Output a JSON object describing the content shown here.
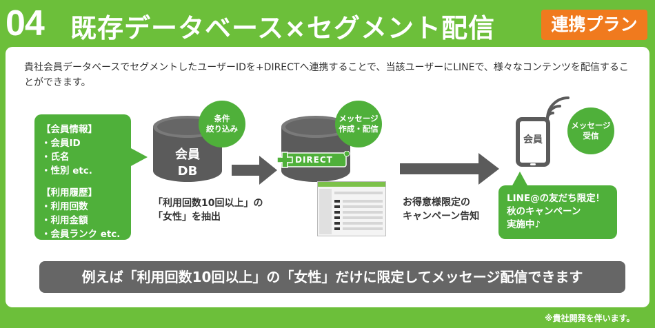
{
  "header": {
    "number": "04",
    "title": "既存データベース×セグメント配信",
    "badge": "連携プラン"
  },
  "description": "貴社会員データベースでセグメントしたユーザーIDを+DIRECTへ連携することで、当該ユーザーにLINEで、様々なコンテンツを配信することができます。",
  "member_info": {
    "section1_title": "【会員情報】",
    "section1_items": [
      "・会員ID",
      "・氏名",
      "・性別 etc."
    ],
    "section2_title": "【利用履歴】",
    "section2_items": [
      "・利用回数",
      "・利用金額",
      "・会員ランク etc."
    ]
  },
  "db": {
    "line1": "会員",
    "line2": "DB"
  },
  "filter_circle": {
    "line1": "条件",
    "line2": "絞り込み"
  },
  "filter_caption": {
    "line1": "「利用回数10回以上」の",
    "line2": "「女性」を抽出"
  },
  "direct_logo": "DIRECT",
  "create_circle": {
    "line1": "メッセージ",
    "line2": "作成・配信"
  },
  "campaign_caption": {
    "line1": "お得意様限定の",
    "line2": "キャンペーン告知"
  },
  "phone_label": "会員",
  "receive_circle": {
    "line1": "メッセージ",
    "line2": "受信"
  },
  "message": {
    "line1": "LINE@の友だち限定！",
    "line2": "秋のキャンペーン",
    "line3": "実施中♪"
  },
  "banner": "例えば「利用回数10回以上」の「女性」だけに限定してメッセージ配信できます",
  "footnote": "※貴社開発を伴います。",
  "colors": {
    "background": "#6cbf3a",
    "accent_green": "#4fb03a",
    "badge_orange": "#f07a1e",
    "db_gray": "#5b5b5b",
    "banner_gray": "#666666"
  }
}
